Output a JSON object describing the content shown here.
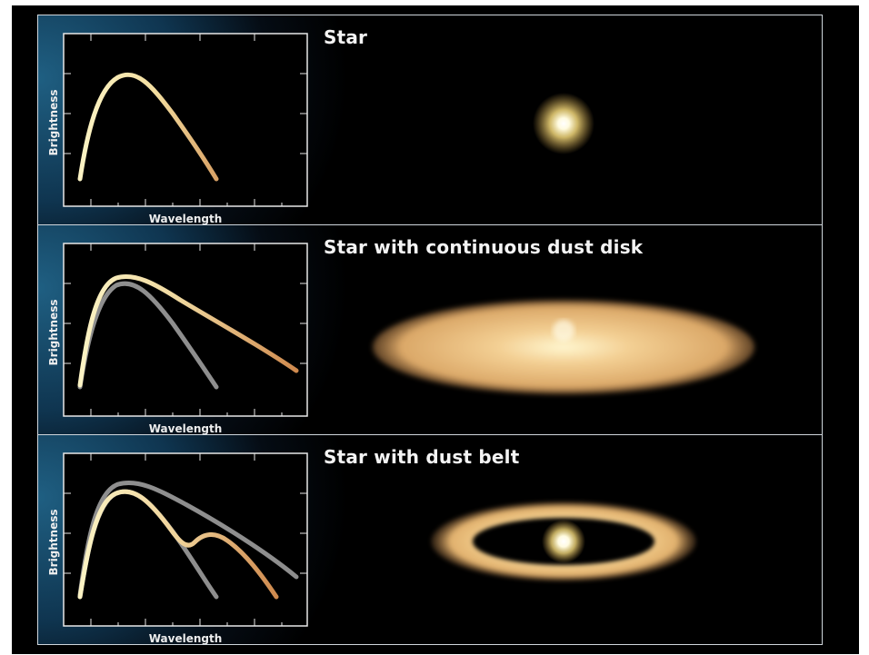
{
  "panels": [
    {
      "title": "Star",
      "ylabel": "Brightness",
      "xlabel": "Wavelength"
    },
    {
      "title": "Star with continuous dust disk",
      "ylabel": "Brightness",
      "xlabel": "Wavelength"
    },
    {
      "title": "Star with dust belt",
      "ylabel": "Brightness",
      "xlabel": "Wavelength"
    }
  ],
  "colors": {
    "curve_warm": "#f9eeb5",
    "curve_orange": "#d49a5c",
    "curve_gray": "#8e8e8e",
    "frame": "#cfd6dc"
  }
}
